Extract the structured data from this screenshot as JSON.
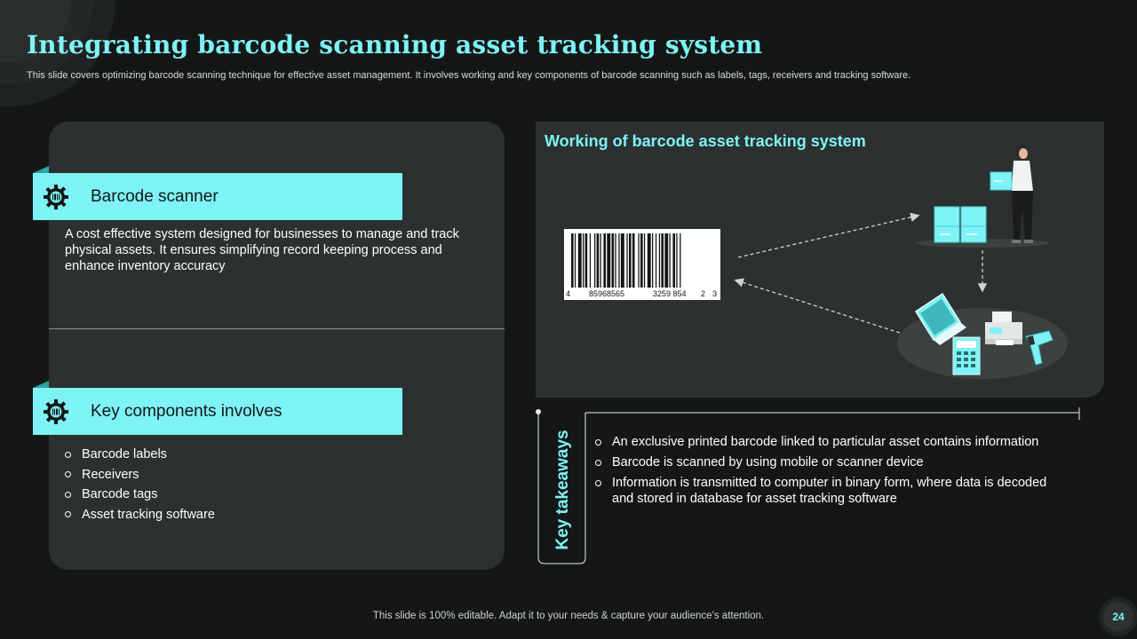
{
  "slide": {
    "title": "Integrating barcode scanning asset tracking system",
    "subtitle": "This slide covers optimizing barcode scanning technique for effective asset management. It involves working and key components of barcode scanning such as labels, tags, receivers and tracking software."
  },
  "left_panel": {
    "section1": {
      "icon": "gear-barcode-icon",
      "heading": "Barcode scanner",
      "description": "A cost effective system designed for businesses to manage and track physical assets. It ensures simplifying record keeping process and enhance inventory accuracy"
    },
    "section2": {
      "icon": "gear-barcode-icon",
      "heading": "Key components involves",
      "items": [
        "Barcode labels",
        "Receivers",
        "Barcode tags",
        "Asset tracking software"
      ]
    }
  },
  "right_panel": {
    "title": "Working of barcode asset tracking system",
    "barcode": {
      "first_digit": "4",
      "group1": "85968565",
      "group2": "3259 854",
      "group3": "2",
      "last_digit": "3"
    }
  },
  "key_takeaways": {
    "label": "Key takeaways",
    "items": [
      "An exclusive printed barcode  linked to particular asset contains information",
      "Barcode is scanned by using mobile or scanner device",
      "Information is transmitted to computer in binary form, where data is decoded and stored in  database for asset tracking software"
    ]
  },
  "footer": {
    "text": "This slide is 100% editable. Adapt it to your needs & capture your audience’s attention.",
    "page_number": "24"
  },
  "colors": {
    "accent": "#7ef3f5",
    "background": "#151717",
    "panel": "#2c3030"
  }
}
